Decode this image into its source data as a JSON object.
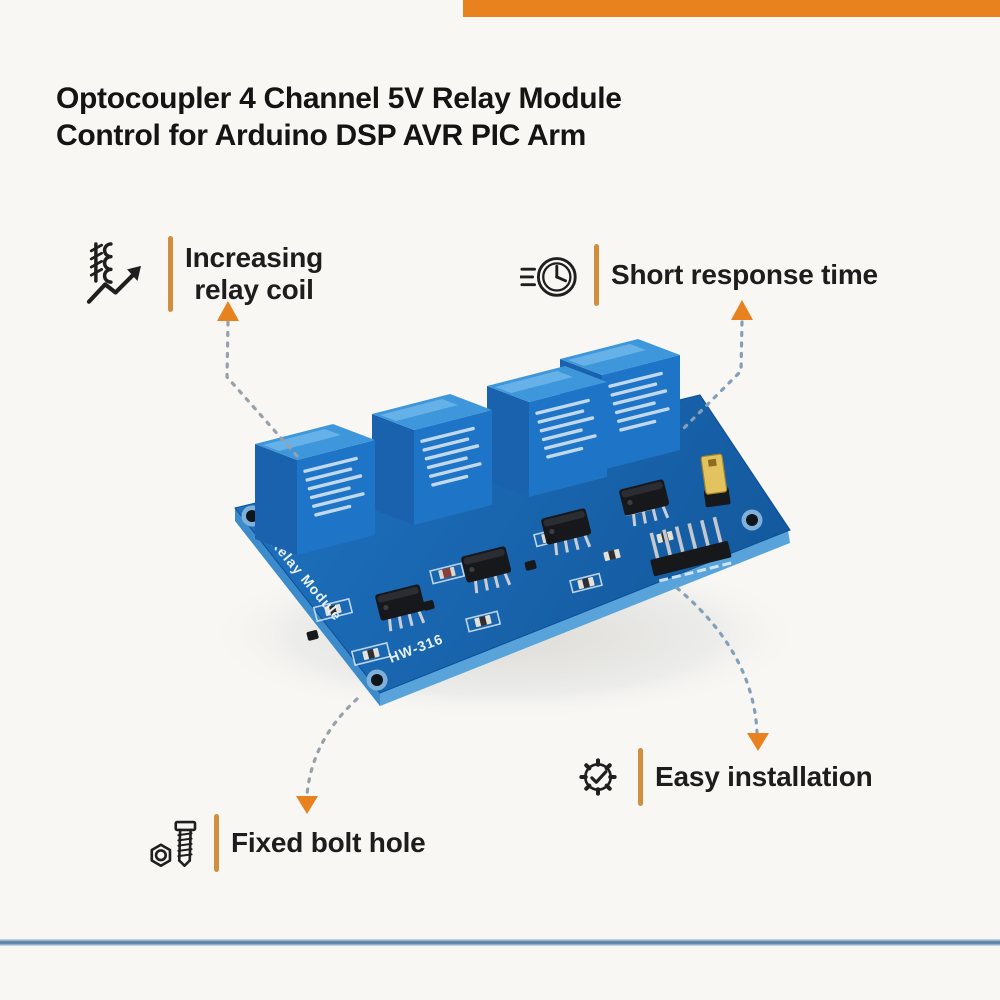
{
  "colors": {
    "background": "#f8f7f4",
    "accent": "#e8821e",
    "bar": "#d08f3f",
    "heading": "#141414",
    "label": "#1d1d1d",
    "connector": "#98a1a9",
    "connector2": "#84a0b8",
    "pcb": "#1a67b5",
    "relay_top": "#3f97db",
    "relay_front": "#1e74c6",
    "relay_side": "#1b62ae",
    "jumper": "#e3c35f",
    "component_black": "#17181b",
    "silkscreen": "#e9f2fa",
    "divider_dark": "#5f82a5",
    "divider_light": "#d5e6f3"
  },
  "header": {
    "title_line1": "Optocoupler 4 Channel 5V Relay Module",
    "title_line2": "Control for Arduino DSP AVR PIC Arm"
  },
  "features": [
    {
      "label_line1": "Increasing",
      "label_line2": "relay coil",
      "icon": "coil-growth-icon"
    },
    {
      "label": "Short response time",
      "icon": "speed-clock-icon"
    },
    {
      "label": "Fixed bolt hole",
      "icon": "bolt-nut-icon"
    },
    {
      "label": "Easy installation",
      "icon": "gear-check-icon"
    }
  ],
  "board": {
    "relay_count": 4,
    "silkscreen_side_label": "4 Relay Module",
    "silkscreen_model": "HW-316",
    "jumper_color_name": "yellow"
  }
}
